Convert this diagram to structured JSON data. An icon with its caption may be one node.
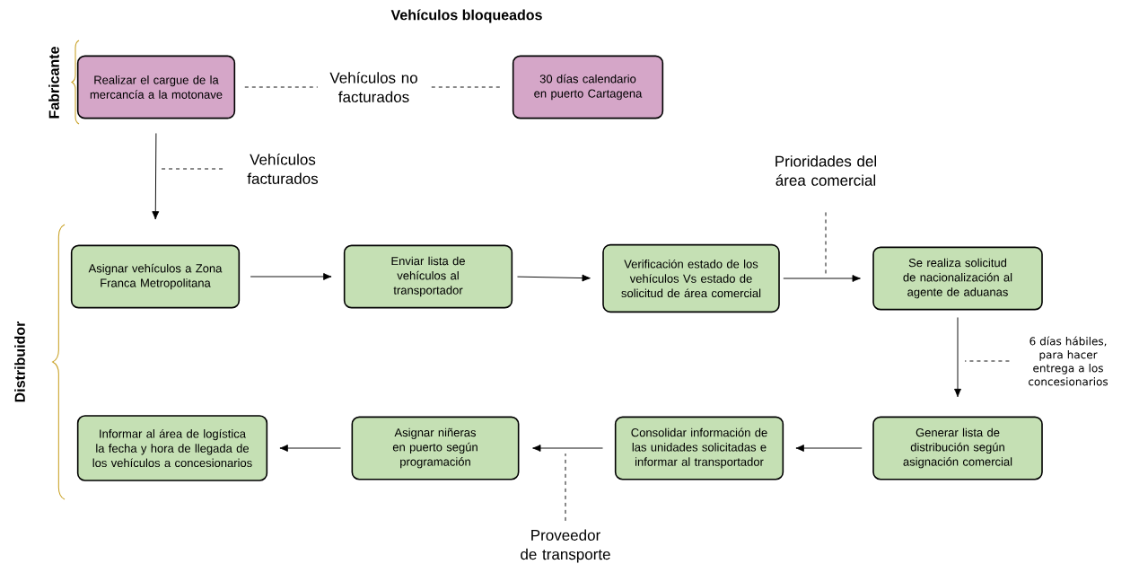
{
  "diagram": {
    "title": "Vehículos bloqueados",
    "nodes": [
      {
        "text": [
          "Realizar el cargue de la mercancía a la motonave"
        ]
      },
      {
        "text": [
          "30 días calendario en puerto Cartagena"
        ]
      },
      {
        "text": [
          "Asignar vehículos a Zona Franca Metropolitana"
        ]
      },
      {
        "text": [
          "Enviar lista de vehículos al transportador"
        ]
      },
      {
        "text": [
          "Verificación estado de los vehículos Vs estado de solicitud de área comercial"
        ]
      },
      {
        "text": [
          "Se realiza solicitud de nacionalización al agente de aduanas"
        ]
      },
      {
        "text": [
          "Generar lista de distribución según asignación comercial"
        ]
      },
      {
        "text": [
          "Consolidar información de las unidades solicitadas e informar al transportador"
        ]
      },
      {
        "text": [
          "Asignar niñeras en puerto según programación"
        ]
      },
      {
        "text": [
          "Informar al área de logística la fecha y hora de llegada de los vehículos a concesionarios"
        ]
      },
      {
        "text": [
          "Vehículos facturados"
        ]
      },
      {
        "text": [
          "Prioridades del área comercial"
        ]
      },
      {
        "text": [
          "6 días hábiles, para hacer entrega a los concesionarios"
        ]
      },
      {
        "text": [
          "Proveedor de transporte"
        ]
      }
    ],
    "edges": [
      {
        "from": 0,
        "to": 1,
        "arrow": "none",
        "style": "dashed",
        "label": "Vehículos no facturados"
      },
      {
        "from": 0,
        "to": 2,
        "arrow": "to"
      },
      {
        "from": 2,
        "to": 3,
        "arrow": "to"
      },
      {
        "from": 3,
        "to": 4,
        "arrow": "to"
      },
      {
        "from": 4,
        "to": 5,
        "arrow": "to"
      },
      {
        "from": 5,
        "to": 6,
        "arrow": "to"
      },
      {
        "from": 6,
        "to": 7,
        "arrow": "to"
      },
      {
        "from": 7,
        "to": 8,
        "arrow": "to"
      },
      {
        "from": 8,
        "to": 9,
        "arrow": "to"
      },
      {
        "from": 10,
        "to": null,
        "arrow": "none",
        "style": "dashed"
      },
      {
        "from": 11,
        "to": null,
        "arrow": "none",
        "style": "dashed"
      },
      {
        "from": 12,
        "to": null,
        "arrow": "none",
        "style": "dashed"
      },
      {
        "from": 13,
        "to": null,
        "arrow": "none",
        "style": "dashed"
      }
    ],
    "labels": [
      "Fabricante",
      "Distribuidor"
    ]
  }
}
